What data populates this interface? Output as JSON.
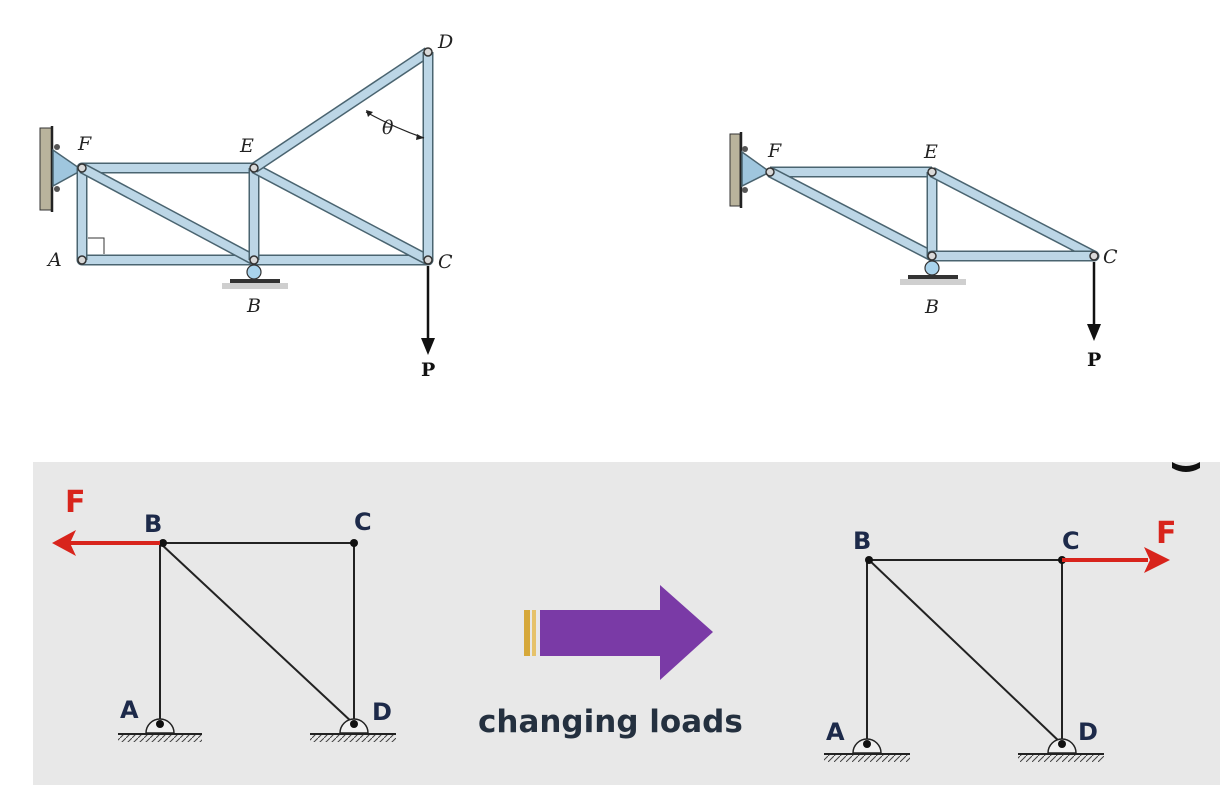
{
  "truss1": {
    "labels": {
      "A": "A",
      "B": "B",
      "C": "C",
      "D": "D",
      "E": "E",
      "F": "F"
    },
    "angle_label": "θ",
    "load_label": "P"
  },
  "truss2": {
    "labels": {
      "B": "B",
      "C": "C",
      "E": "E",
      "F": "F"
    },
    "load_label": "P"
  },
  "frame_left": {
    "labels": {
      "A": "A",
      "B": "B",
      "C": "C",
      "D": "D"
    },
    "force_label": "F"
  },
  "frame_right": {
    "labels": {
      "A": "A",
      "B": "B",
      "C": "C",
      "D": "D"
    },
    "force_label": "F"
  },
  "transition": {
    "caption": "changing loads"
  },
  "colors": {
    "member_fill": "#bcd6e6",
    "member_stroke": "#4a6470",
    "force_red": "#d8241c",
    "arrow_purple": "#7a3aa6",
    "arrow_gold": "#d6a83a",
    "panel_bg": "#e8e8e8"
  }
}
